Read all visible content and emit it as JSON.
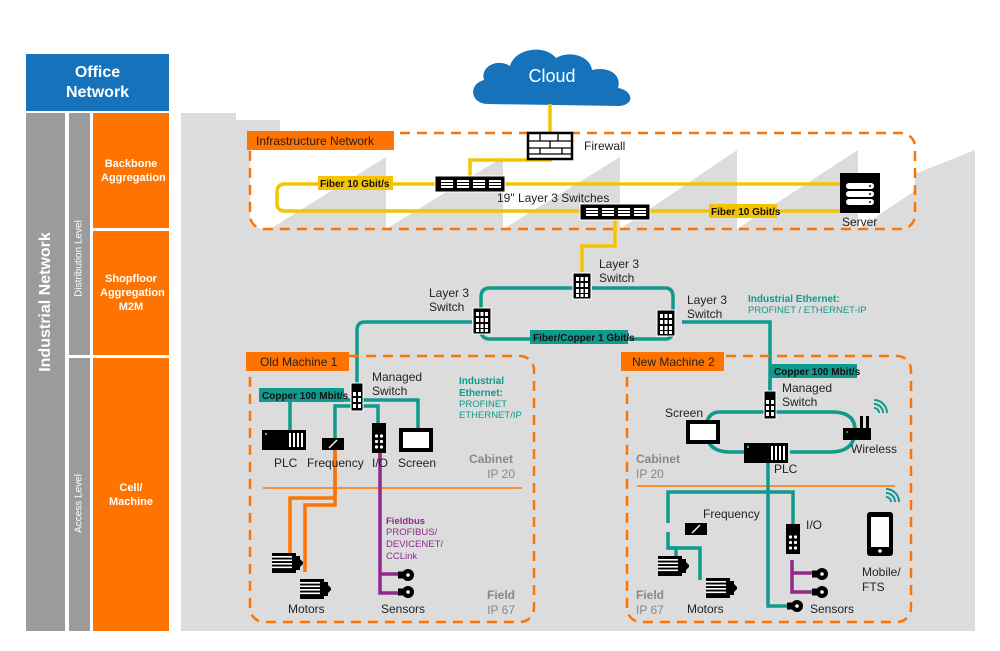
{
  "sidebar": {
    "office_network": "Office\nNetwork",
    "industrial_network": "Industrial Network",
    "distribution_level": "Distribution Level",
    "access_level": "Access Level",
    "backbone": "Backbone Aggregation",
    "shopfloor": "Shopfloor Aggregation M2M",
    "cell": "Cell/ Machine"
  },
  "colors": {
    "office_blue": "#1572bb",
    "orange": "#ff7300",
    "grey": "#9b9b9b",
    "fiber_yellow": "#f5c400",
    "ethernet_teal": "#0e9a8d",
    "fieldbus_purple": "#8e2a8e",
    "background_grey": "#dcdcdc"
  },
  "cloud": {
    "label": "Cloud"
  },
  "infrastructure": {
    "title": "Infrastructure Network",
    "firewall": "Firewall",
    "switches": "19\" Layer 3 Switches",
    "server": "Server",
    "fiber_left": "Fiber 10 Gbit/s",
    "fiber_right": "Fiber 10 Gbit/s"
  },
  "ring": {
    "switch_top": [
      "Layer 3",
      "Switch"
    ],
    "switch_left": [
      "Layer 3",
      "Switch"
    ],
    "switch_right": [
      "Layer 3",
      "Switch"
    ],
    "link": "Fiber/Copper 1 Gbit/s",
    "ie_title": "Industrial Ethernet:",
    "ie_protocols": "PROFINET / ETHERNET-IP"
  },
  "machine1": {
    "title": "Old Machine 1",
    "managed_switch": [
      "Managed",
      "Switch"
    ],
    "copper": "Copper 100 Mbit/s",
    "ie_lines": [
      "Industrial",
      "Ethernet:"
    ],
    "ie_protocols": [
      "PROFINET",
      "ETHERNET/IP"
    ],
    "plc": "PLC",
    "frequency": "Frequency",
    "io": "I/O",
    "screen": "Screen",
    "cabinet": "Cabinet",
    "cabinet_ip": "IP 20",
    "fieldbus_title": "Fieldbus",
    "fieldbus_lines": [
      "PROFIBUS/",
      "DEVICENET/",
      "CCLink"
    ],
    "motors": "Motors",
    "sensors": "Sensors",
    "field": "Field",
    "field_ip": "IP 67"
  },
  "machine2": {
    "title": "New Machine 2",
    "copper": "Copper 100 Mbit/s",
    "managed_switch": [
      "Managed",
      "Switch"
    ],
    "screen": "Screen",
    "wireless": "Wireless",
    "plc": "PLC",
    "cabinet": "Cabinet",
    "cabinet_ip": "IP 20",
    "frequency": "Frequency",
    "io": "I/O",
    "mobile": [
      "Mobile/",
      "FTS"
    ],
    "motors": "Motors",
    "sensors": "Sensors",
    "field": "Field",
    "field_ip": "IP 67"
  }
}
